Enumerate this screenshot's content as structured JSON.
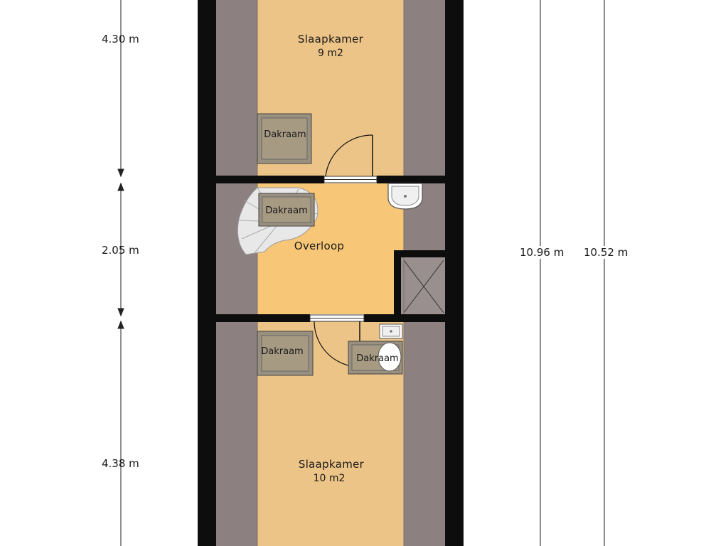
{
  "floorplan": {
    "rooms": {
      "top_bedroom": {
        "name": "Slaapkamer",
        "area": "9 m2"
      },
      "landing": {
        "name": "Overloop"
      },
      "bottom_bedroom": {
        "name": "Slaapkamer",
        "area": "10 m2"
      }
    },
    "skylights": {
      "top": "Dakraam",
      "stair": "Dakraam",
      "bottom_left": "Dakraam",
      "bottom_right": "Dakraam"
    },
    "dimensions": {
      "top_room": "4.30 m",
      "landing": "2.05 m",
      "bottom_room": "4.38 m",
      "total_outer": "10.96 m",
      "total_inner": "10.52 m"
    },
    "colors": {
      "wall": "#0d0d0d",
      "roof_slope": "#8c8080",
      "bedroom_floor": "#edc487",
      "landing_floor": "#f8c677",
      "skylight_frame": "#9a9080",
      "skylight_glass": "#a69a82"
    }
  }
}
